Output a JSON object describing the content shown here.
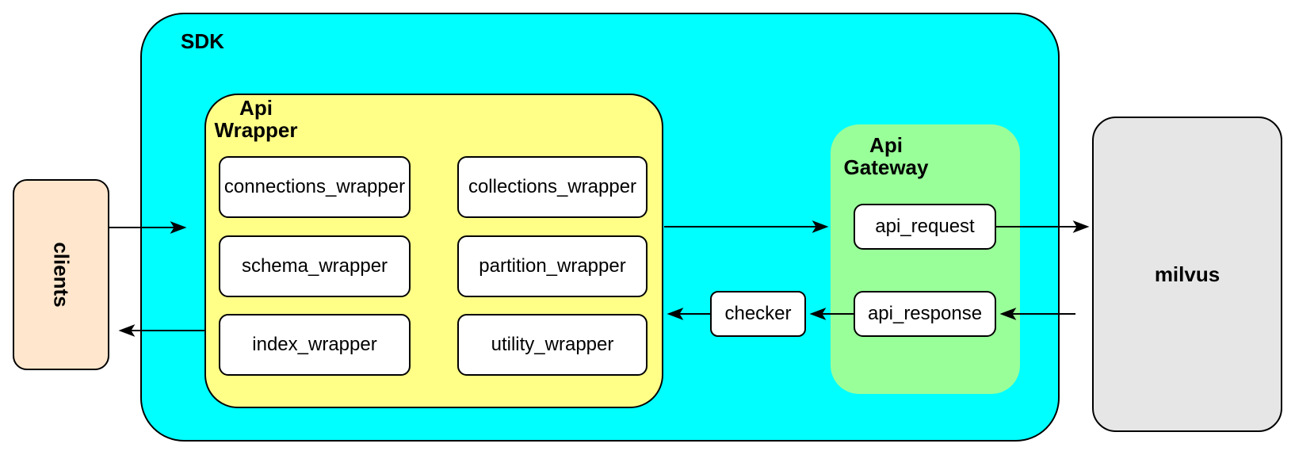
{
  "colors": {
    "sdk_fill": "#00FFFF",
    "api_wrapper_fill": "#FFFF88",
    "api_gateway_fill": "#99FF99",
    "clients_fill": "#FFE6CC",
    "milvus_fill": "#E6E6E6",
    "node_fill": "#FFFFFF",
    "stroke": "#000000"
  },
  "nodes": {
    "clients": {
      "label": "clients"
    },
    "sdk": {
      "label": "SDK"
    },
    "api_wrapper": {
      "label": "Api\nWrapper",
      "children": [
        "connections_wrapper",
        "collections_wrapper",
        "schema_wrapper",
        "partition_wrapper",
        "index_wrapper",
        "utility_wrapper"
      ]
    },
    "checker": {
      "label": "checker"
    },
    "api_gateway": {
      "label": "Api\nGateway",
      "children": [
        "api_request",
        "api_response"
      ]
    },
    "milvus": {
      "label": "milvus"
    }
  },
  "edges": [
    {
      "from": "clients",
      "to": "api_wrapper",
      "direction": "right"
    },
    {
      "from": "api_wrapper",
      "to": "api_gateway",
      "direction": "right"
    },
    {
      "from": "api_request",
      "to": "milvus",
      "direction": "right"
    },
    {
      "from": "milvus",
      "to": "api_response",
      "direction": "left"
    },
    {
      "from": "api_response",
      "to": "checker",
      "direction": "left"
    },
    {
      "from": "checker",
      "to": "api_wrapper",
      "direction": "left"
    },
    {
      "from": "api_wrapper",
      "to": "clients",
      "direction": "left"
    }
  ]
}
